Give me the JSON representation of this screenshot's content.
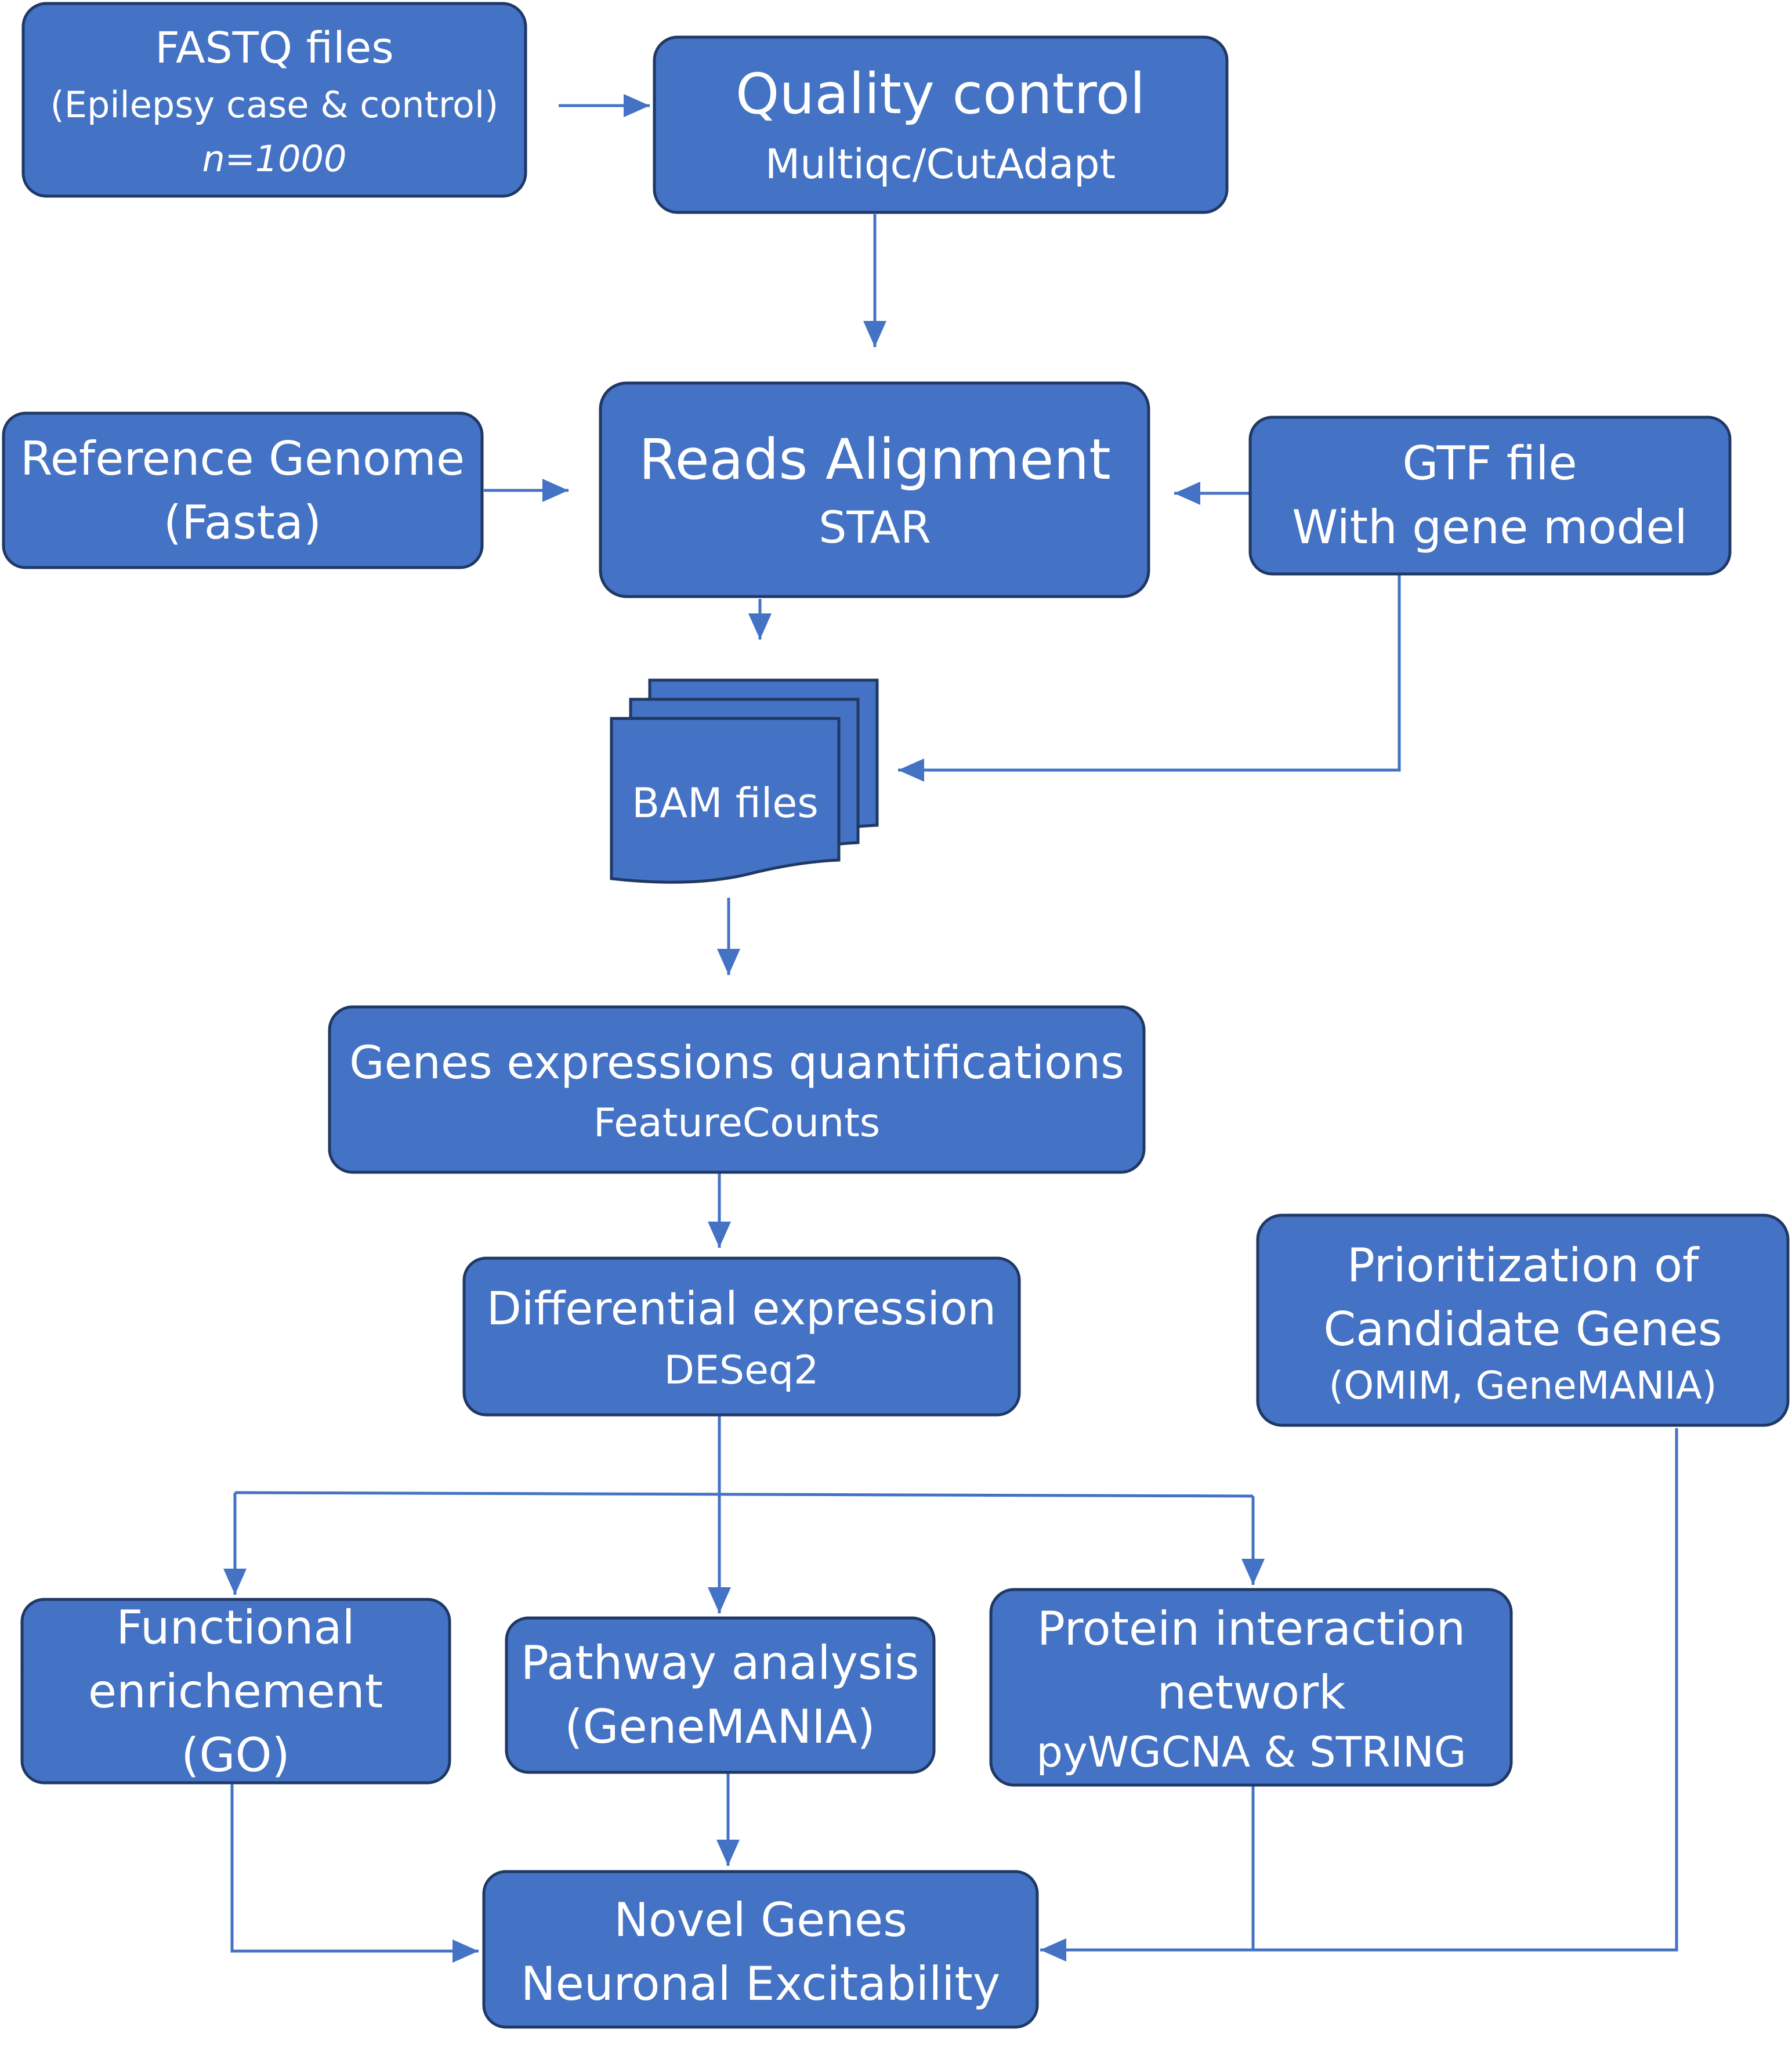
{
  "nodes": {
    "fastq": {
      "title": "FASTQ files",
      "subtitle": "(Epilepsy case & control)",
      "note": "n=1000"
    },
    "qc": {
      "title": "Quality control",
      "subtitle": "Multiqc/CutAdapt"
    },
    "ref": {
      "line1": "Reference Genome",
      "line2": "(Fasta)"
    },
    "align": {
      "title": "Reads Alignment",
      "subtitle": "STAR"
    },
    "gtf": {
      "line1": "GTF file",
      "line2": "With gene model"
    },
    "bam": {
      "label": "BAM files"
    },
    "quant": {
      "title": "Genes expressions quantifications",
      "subtitle": "FeatureCounts"
    },
    "de": {
      "title": "Differential expression",
      "subtitle": "DESeq2"
    },
    "prior": {
      "line1": "Prioritization of",
      "line2": "Candidate Genes",
      "line3": "(OMIM, GeneMANIA)"
    },
    "func": {
      "line1": "Functional",
      "line2": "enrichement",
      "line3": "(GO)"
    },
    "path": {
      "line1": "Pathway analysis",
      "line2": "(GeneMANIA)"
    },
    "ppi": {
      "line1": "Protein interaction",
      "line2": "network",
      "line3": "pyWGCNA & STRING"
    },
    "novel": {
      "line1": "Novel Genes",
      "line2": "Neuronal Excitability"
    }
  },
  "colors": {
    "box_fill": "#4472c4",
    "box_stroke": "#1f3864",
    "connector": "#4472c4",
    "text": "#ffffff"
  }
}
